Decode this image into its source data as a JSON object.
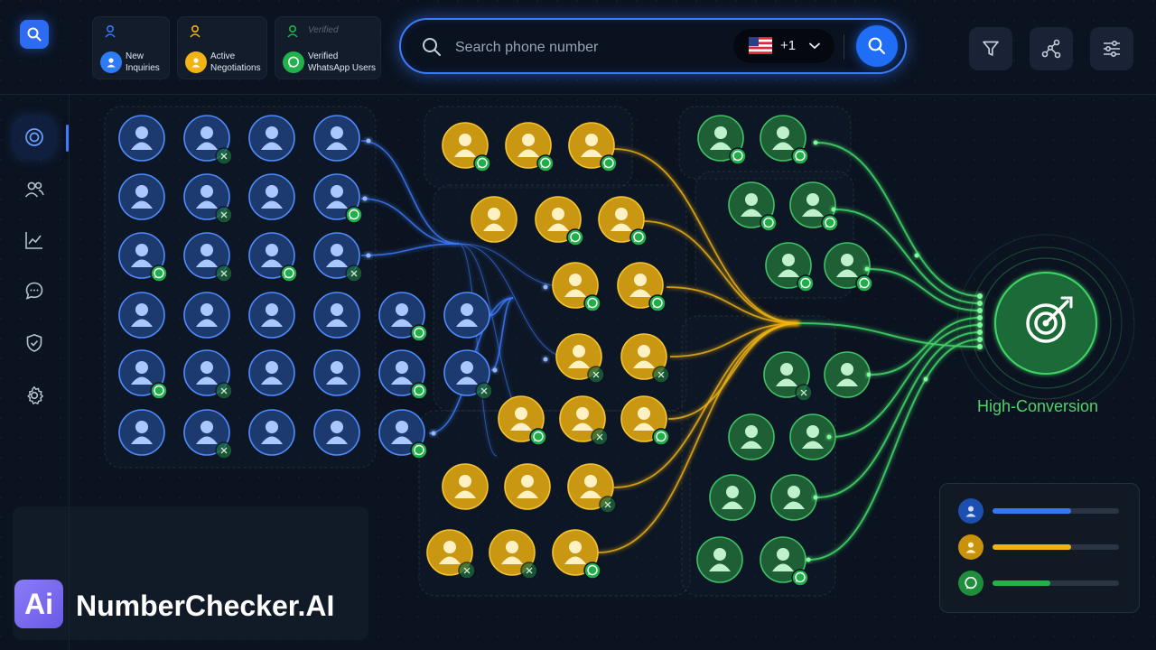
{
  "legend": [
    {
      "label": "New Inquiries",
      "ghost": "",
      "color": "#2d7cf6",
      "icon": "user-pin-icon"
    },
    {
      "label": "Active Negotiations",
      "ghost": "",
      "color": "#f2b414",
      "icon": "user-pin-icon"
    },
    {
      "label": "Verified WhatsApp Users",
      "ghost": "Verified",
      "color": "#22b24c",
      "icon": "whatsapp-icon"
    }
  ],
  "search": {
    "placeholder": "Search phone number",
    "country_code": "+1",
    "flag": "us-flag-icon"
  },
  "toolbar": [
    "filter-icon",
    "network-icon",
    "sliders-icon"
  ],
  "sidebar": [
    "target-icon",
    "users-icon",
    "chart-icon",
    "chat-icon",
    "shield-icon",
    "gear-icon"
  ],
  "target": {
    "label": "High-Conversion",
    "icon": "bullseye-icon",
    "color": "#4ed468"
  },
  "stats": [
    {
      "icon": "user-icon",
      "color": "#2d7cf6",
      "fill": 0.62
    },
    {
      "icon": "user-icon",
      "color": "#f2b414",
      "fill": 0.62
    },
    {
      "icon": "whatsapp-icon",
      "color": "#22b24c",
      "fill": 0.46
    }
  ],
  "brand": {
    "logo": "Ai",
    "name": "NumberChecker.AI"
  },
  "colors": {
    "blue": "#2d7cf6",
    "gold": "#f2b414",
    "green": "#22b24c",
    "background": "#0b1320"
  }
}
